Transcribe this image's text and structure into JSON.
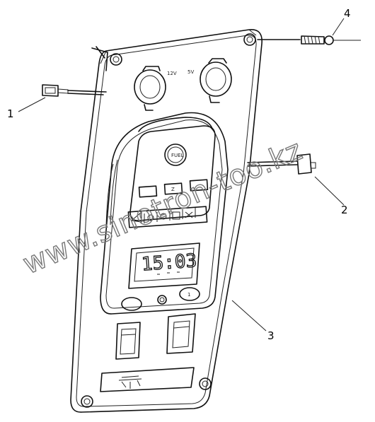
{
  "callouts": [
    {
      "id": "1",
      "label": "1"
    },
    {
      "id": "2",
      "label": "2"
    },
    {
      "id": "3",
      "label": "3"
    },
    {
      "id": "4",
      "label": "4"
    }
  ],
  "socket_labels": {
    "left": "12V",
    "right": "5V"
  },
  "gauge_label": "FUEL",
  "button_label": "Z",
  "clock_reading": "15:03",
  "knob_label": "1",
  "watermark": "www.sinotron-too.kz"
}
